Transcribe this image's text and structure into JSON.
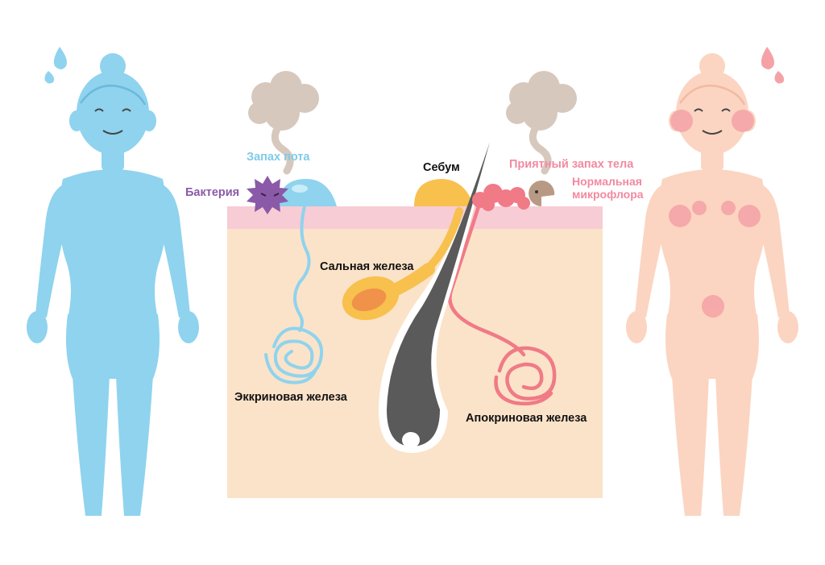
{
  "labels": {
    "sweat_smell": "Запах пота",
    "bacteria": "Бактерия",
    "sebum": "Себум",
    "pleasant_body_smell": "Приятный запах тела",
    "normal_microflora": "Нормальная микрофлора",
    "sebaceous_gland": "Сальная железа",
    "eccrine_gland": "Эккриновая железа",
    "apocrine_gland": "Апокриновая железа"
  },
  "colors": {
    "sweat_blue": "#8fd3ee",
    "sweat_label": "#7fcbe8",
    "body_pink": "#fbd5c2",
    "blush": "#f5a2a6",
    "skin_top": "#f7ccd4",
    "skin_body": "#fbe3c9",
    "hair": "#5a5a5a",
    "sebum": "#f8c04d",
    "sebaceous_inner": "#f0924a",
    "apocrine": "#f07a86",
    "smell_cloud": "#d7c8bd",
    "bacteria_purple": "#8a5aa8",
    "microbe_brown": "#b89a84",
    "pink_label": "#f28aa0",
    "text_dark": "#111111"
  },
  "icons": [
    "sweat-drop-icon",
    "smell-cloud-icon",
    "bacteria-icon",
    "microbe-icon",
    "hair-follicle-icon"
  ]
}
